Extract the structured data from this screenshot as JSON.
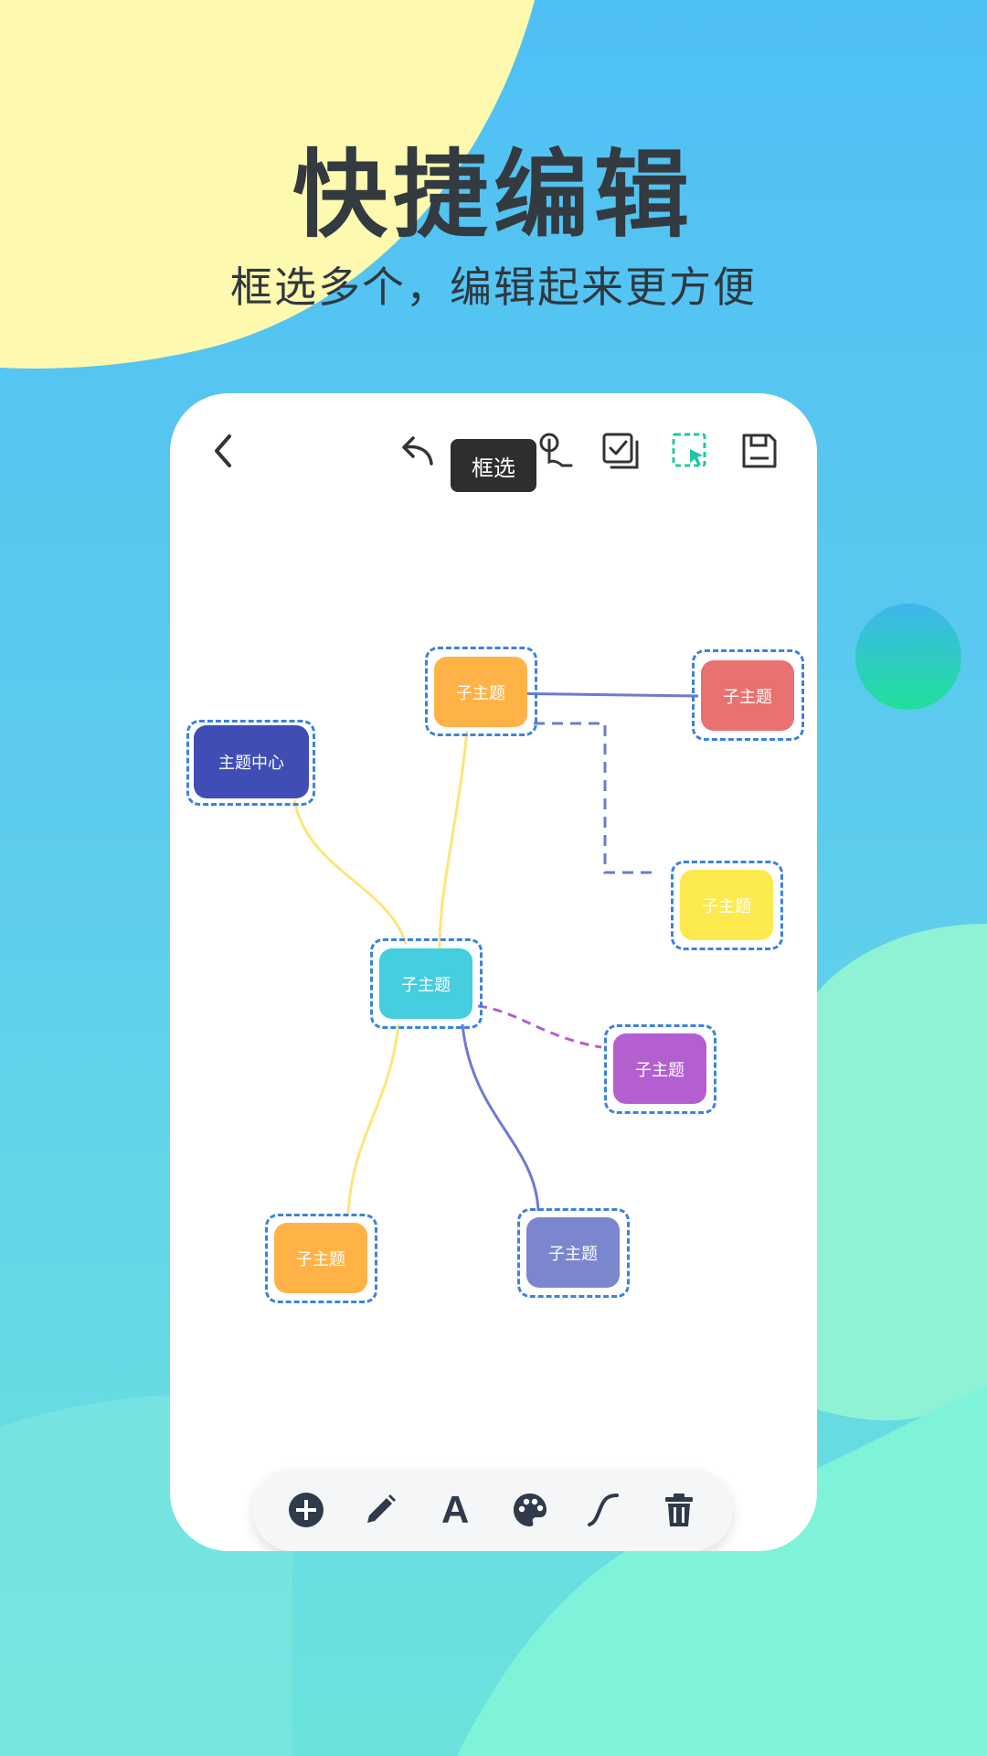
{
  "promo": {
    "headline": "快捷编辑",
    "subtitle": "框选多个，编辑起来更方便"
  },
  "editor": {
    "toolbar": {
      "back_icon": "chevron-left-icon",
      "undo_icon": "undo-icon",
      "touch_icon": "touch-pointer-icon",
      "multi_select_icon": "checkbox-stack-icon",
      "marquee_icon": "marquee-select-icon",
      "save_icon": "save-icon",
      "tooltip": "框选"
    },
    "nodes": {
      "center": "主题中心",
      "top_orange": "子主题",
      "red": "子主题",
      "yellow": "子主题",
      "cyan": "子主题",
      "purple": "子主题",
      "bottom_orange": "子主题",
      "periwinkle": "子主题"
    },
    "bottom_tools": {
      "add": "add-circle-icon",
      "pen": "pencil-icon",
      "text": "A",
      "palette": "palette-icon",
      "curve": "curve-icon",
      "delete": "trash-icon"
    }
  },
  "colors": {
    "accent": "#1fc8a0",
    "selection_dash": "#3b82e0",
    "node_center": "#3f4db5",
    "node_orange": "#ffb347",
    "node_red": "#e9716f",
    "node_yellow": "#fcea4f",
    "node_cyan": "#45cde0",
    "node_purple": "#b35fd0",
    "node_periwinkle": "#7b86cf"
  }
}
